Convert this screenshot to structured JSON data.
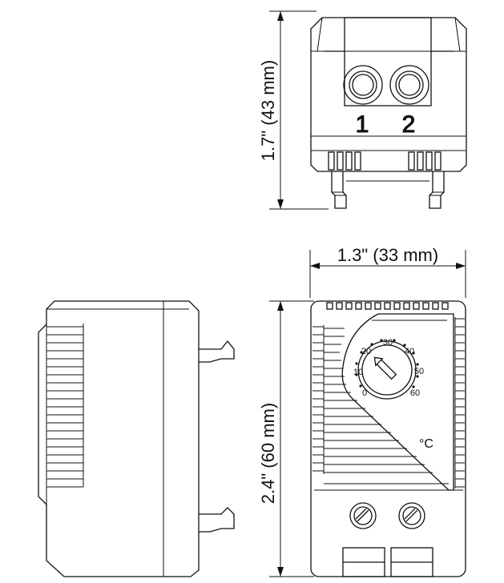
{
  "dimensions": {
    "top_height": "1.7\" (43 mm)",
    "width": "1.3\" (33 mm)",
    "front_height": "2.4\" (60 mm)"
  },
  "terminals": {
    "label_1": "1",
    "label_2": "2"
  },
  "dial": {
    "scale": [
      "0",
      "10",
      "20",
      "30",
      "40",
      "50",
      "60"
    ],
    "unit": "°C"
  }
}
